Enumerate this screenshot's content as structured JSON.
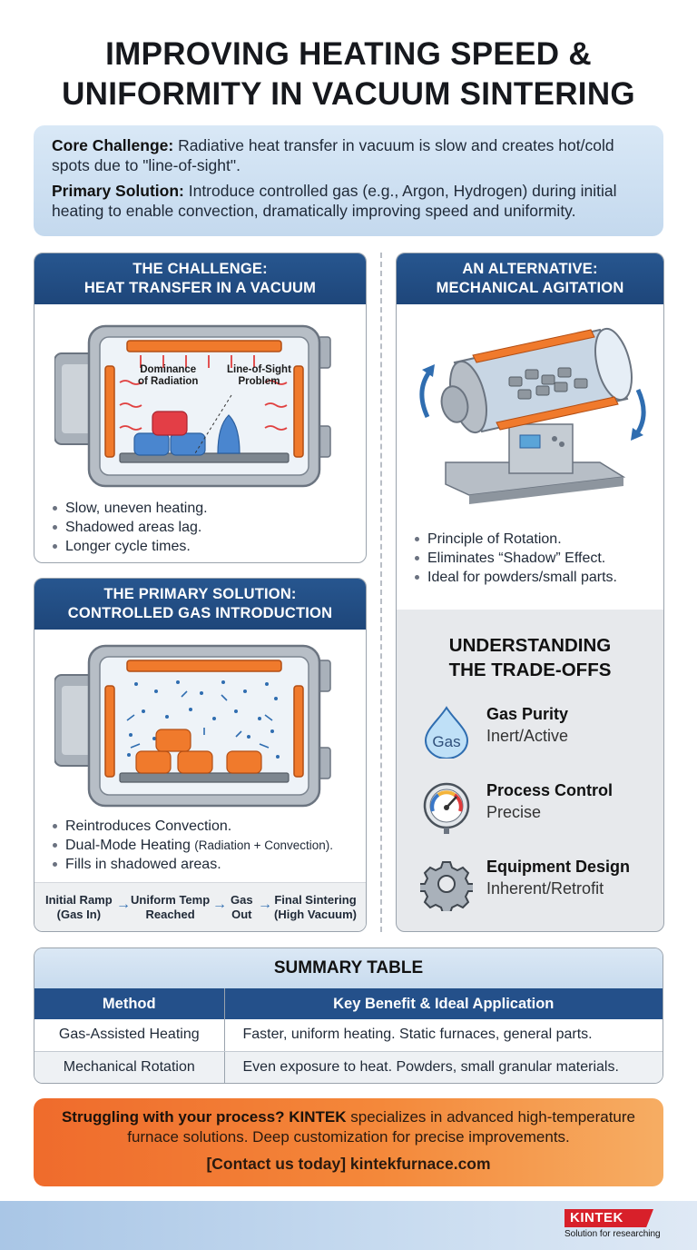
{
  "title": {
    "line1": "IMPROVING HEATING SPEED &",
    "line2": "UNIFORMITY IN VACUUM SINTERING"
  },
  "intro": {
    "challenge_label": "Core Challenge:",
    "challenge_text": " Radiative heat transfer in vacuum is slow and creates hot/cold spots due to \"line-of-sight\".",
    "solution_label": "Primary Solution:",
    "solution_text": " Introduce controlled gas (e.g., Argon, Hydrogen) during initial heating to enable convection, dramatically improving speed and uniformity."
  },
  "challenge_panel": {
    "header_line1": "THE CHALLENGE:",
    "header_line2": "HEAT TRANSFER IN A VACUUM",
    "label_radiation_1": "Dominance",
    "label_radiation_2": "of Radiation",
    "label_los_1": "Line-of-Sight",
    "label_los_2": "Problem",
    "bullets": [
      "Slow, uneven heating.",
      "Shadowed areas lag.",
      "Longer cycle times."
    ]
  },
  "solution_panel": {
    "header_line1": "THE PRIMARY SOLUTION:",
    "header_line2": "CONTROLLED GAS INTRODUCTION",
    "bullet1": "Reintroduces Convection.",
    "bullet2_main": "Dual-Mode Heating ",
    "bullet2_small": "(Radiation + Convection).",
    "bullet3": "Fills in shadowed areas.",
    "flow": [
      {
        "l1": "Initial Ramp",
        "l2": "(Gas In)"
      },
      {
        "l1": "Uniform Temp",
        "l2": "Reached"
      },
      {
        "l1": "Gas",
        "l2": "Out"
      },
      {
        "l1": "Final Sintering",
        "l2": "(High Vacuum)"
      }
    ]
  },
  "alternative_panel": {
    "header_line1": "AN ALTERNATIVE:",
    "header_line2": "MECHANICAL AGITATION",
    "bullets": [
      "Principle of Rotation.",
      "Eliminates “Shadow” Effect.",
      "Ideal for powders/small parts."
    ]
  },
  "tradeoffs": {
    "title_line1": "UNDERSTANDING",
    "title_line2": "THE TRADE-OFFS",
    "gas_icon_text": "Gas",
    "items": [
      {
        "icon": "water-drop-icon",
        "title": "Gas Purity",
        "sub": "Inert/Active"
      },
      {
        "icon": "pressure-gauge-icon",
        "title": "Process Control",
        "sub": "Precise"
      },
      {
        "icon": "gear-icon",
        "title": "Equipment Design",
        "sub": "Inherent/Retrofit"
      }
    ]
  },
  "summary": {
    "title": "SUMMARY TABLE",
    "headers": [
      "Method",
      "Key Benefit & Ideal Application"
    ],
    "rows": [
      [
        "Gas-Assisted Heating",
        "Faster, uniform heating. Static furnaces, general parts."
      ],
      [
        "Mechanical Rotation",
        "Even exposure to heat. Powders, small granular materials."
      ]
    ]
  },
  "cta": {
    "line1_a": "Struggling with your process? ",
    "line1_brand": "KINTEK",
    "line1_b": " specializes in advanced high-temperature",
    "line2": "furnace solutions. Deep customization for precise improvements.",
    "contact": "[Contact us today] kintekfurnace.com"
  },
  "brand": {
    "logo": "KINTEK",
    "tagline": "Solution for researching"
  },
  "colors": {
    "header_blue": "#24508a",
    "intro_blue": "#cfe1f2",
    "heater_orange": "#f07a2c",
    "hot_red": "#e03a3a",
    "cold_blue": "#3a78c8",
    "cta_orange": "#ef6b2c",
    "brand_red": "#d8202a"
  }
}
